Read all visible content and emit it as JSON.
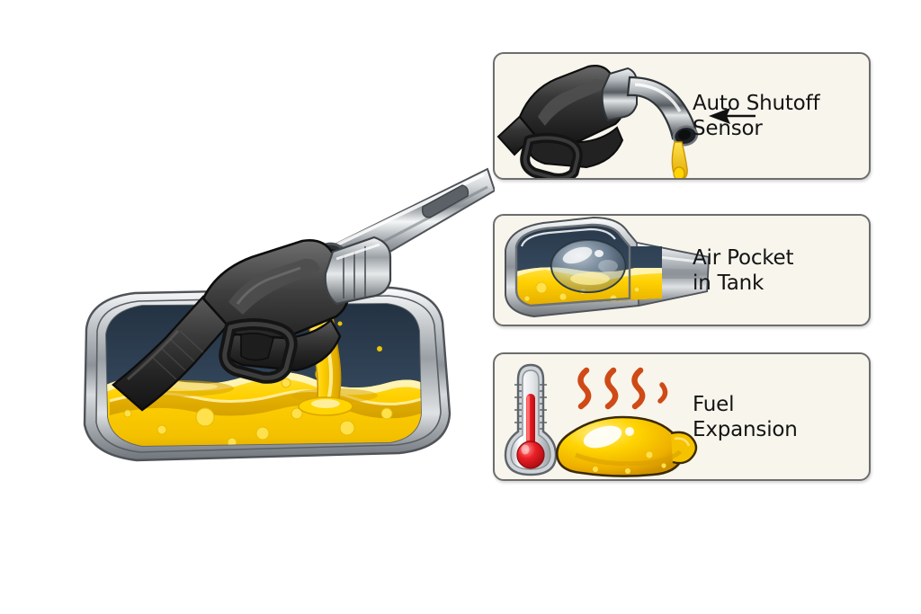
{
  "page": {
    "title": "Fuel Tank Overfill Diagram",
    "background_color": "#ffffff"
  },
  "main_illustration": {
    "name": "fuel-nozzle-pouring-into-cutaway-tank",
    "description": "Cutaway fuel tank with chrome rim being filled by a black fuel pump nozzle through a chrome filler neck; yellow fuel with bubbles fills the lower half, dark navy air space above.",
    "elements": [
      "fuel-pump-nozzle",
      "nozzle-trigger-guard",
      "chrome-filler-neck",
      "pouring-fuel-stream",
      "cutaway-tank-shell",
      "yellow-fuel-body",
      "dark-air-space",
      "fuel-bubbles"
    ],
    "colors": {
      "nozzle_black": "#2b2b2b",
      "chrome_light": "#f2f2f2",
      "chrome_mid": "#b9bec2",
      "chrome_dark": "#6b7076",
      "fuel_yellow": "#ffd400",
      "fuel_yellow_dark": "#d9a400",
      "fuel_highlight": "#fff2a8",
      "air_space_navy": "#2c3c4e",
      "outline": "#1a1a1a"
    }
  },
  "panels": [
    {
      "id": "auto-shutoff",
      "label_line1": "Auto Shutoff",
      "label_line2": "Sensor",
      "art_name": "fuel-nozzle-tip-with-drip-icon",
      "has_arrow": true,
      "arrow_direction": "left",
      "background_color": "#f7f5ec",
      "border_color": "#6d6d6d",
      "text_color": "#141414"
    },
    {
      "id": "air-pocket",
      "label_line1": "Air Pocket",
      "label_line2": "in Tank",
      "art_name": "cutaway-tank-with-air-bubble-icon",
      "has_arrow": false,
      "background_color": "#f7f5ec",
      "border_color": "#6d6d6d",
      "text_color": "#141414"
    },
    {
      "id": "fuel-expansion",
      "label_line1": "Fuel",
      "label_line2": "Expansion",
      "art_name": "thermometer-and-expanding-fuel-blob-icon",
      "has_arrow": false,
      "background_color": "#f7f5ec",
      "border_color": "#6d6d6d",
      "text_color": "#141414",
      "sub_icons": [
        "thermometer-icon",
        "heat-wave-icon",
        "fuel-blob-icon"
      ]
    }
  ],
  "palette": {
    "panel_bg": "#f7f5ec",
    "panel_border": "#6d6d6d",
    "text": "#141414",
    "fuel_yellow": "#ffd400",
    "heat_orange": "#cf4a16",
    "thermometer_red": "#e8272c",
    "air_navy": "#2c3c4e"
  }
}
